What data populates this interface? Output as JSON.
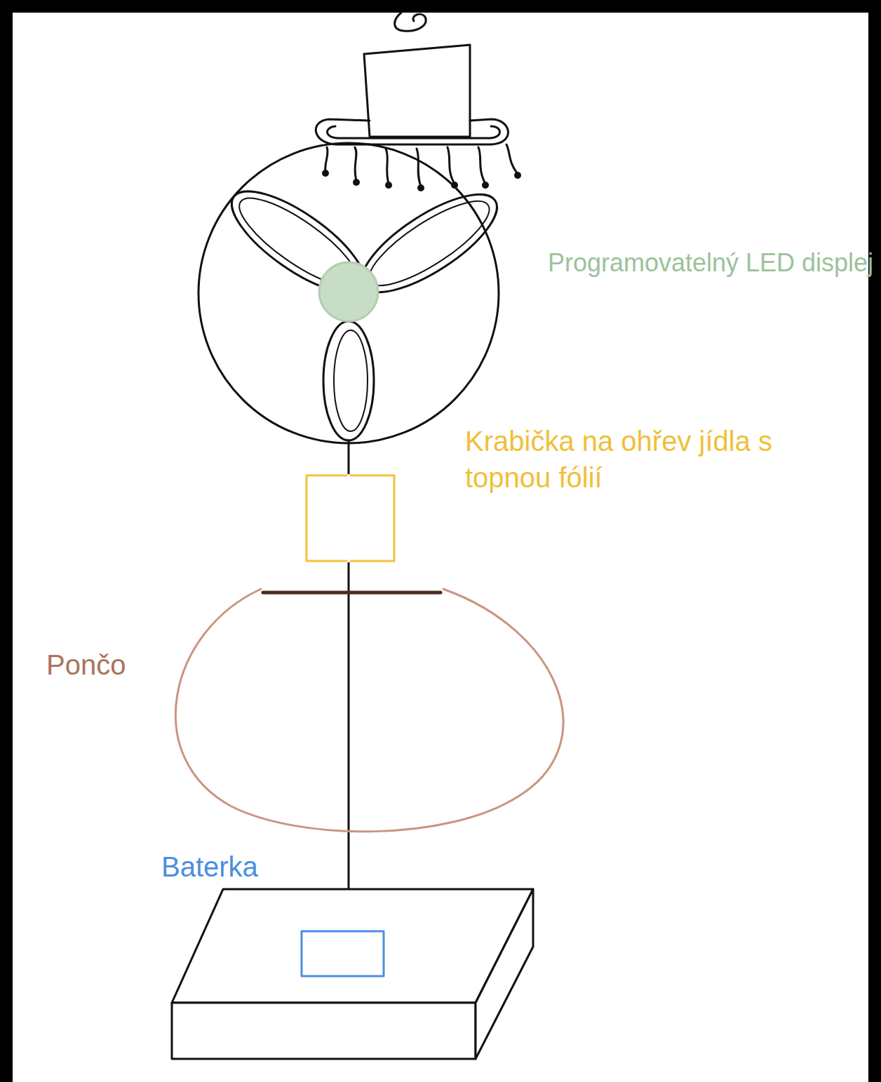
{
  "diagram": {
    "labels": [
      "Programovatelný LED displej",
      "Krabička na ohřev jídla s topnou fólií",
      "Pončo",
      "Baterka"
    ]
  }
}
